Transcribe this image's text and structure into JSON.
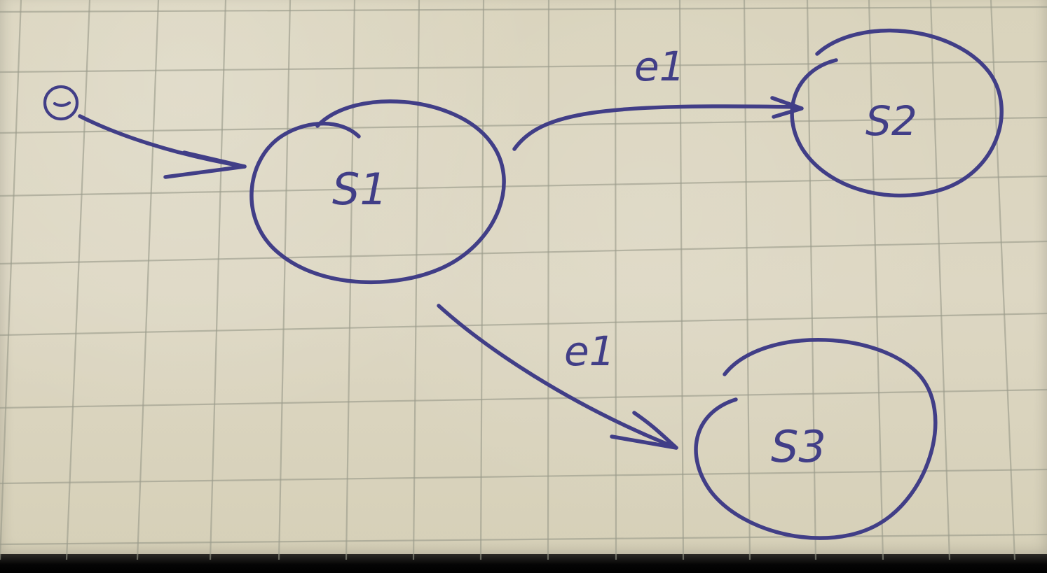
{
  "states": [
    {
      "id": "s1",
      "label": "S1"
    },
    {
      "id": "s2",
      "label": "S2"
    },
    {
      "id": "s3",
      "label": "S3"
    }
  ],
  "transitions": [
    {
      "from": "s1",
      "to": "s2",
      "label": "e1"
    },
    {
      "from": "s1",
      "to": "s3",
      "label": "e1"
    }
  ],
  "colors": {
    "ink": "#413e87",
    "paper": "#d9d3bc",
    "grid": "#9a9b8b"
  }
}
